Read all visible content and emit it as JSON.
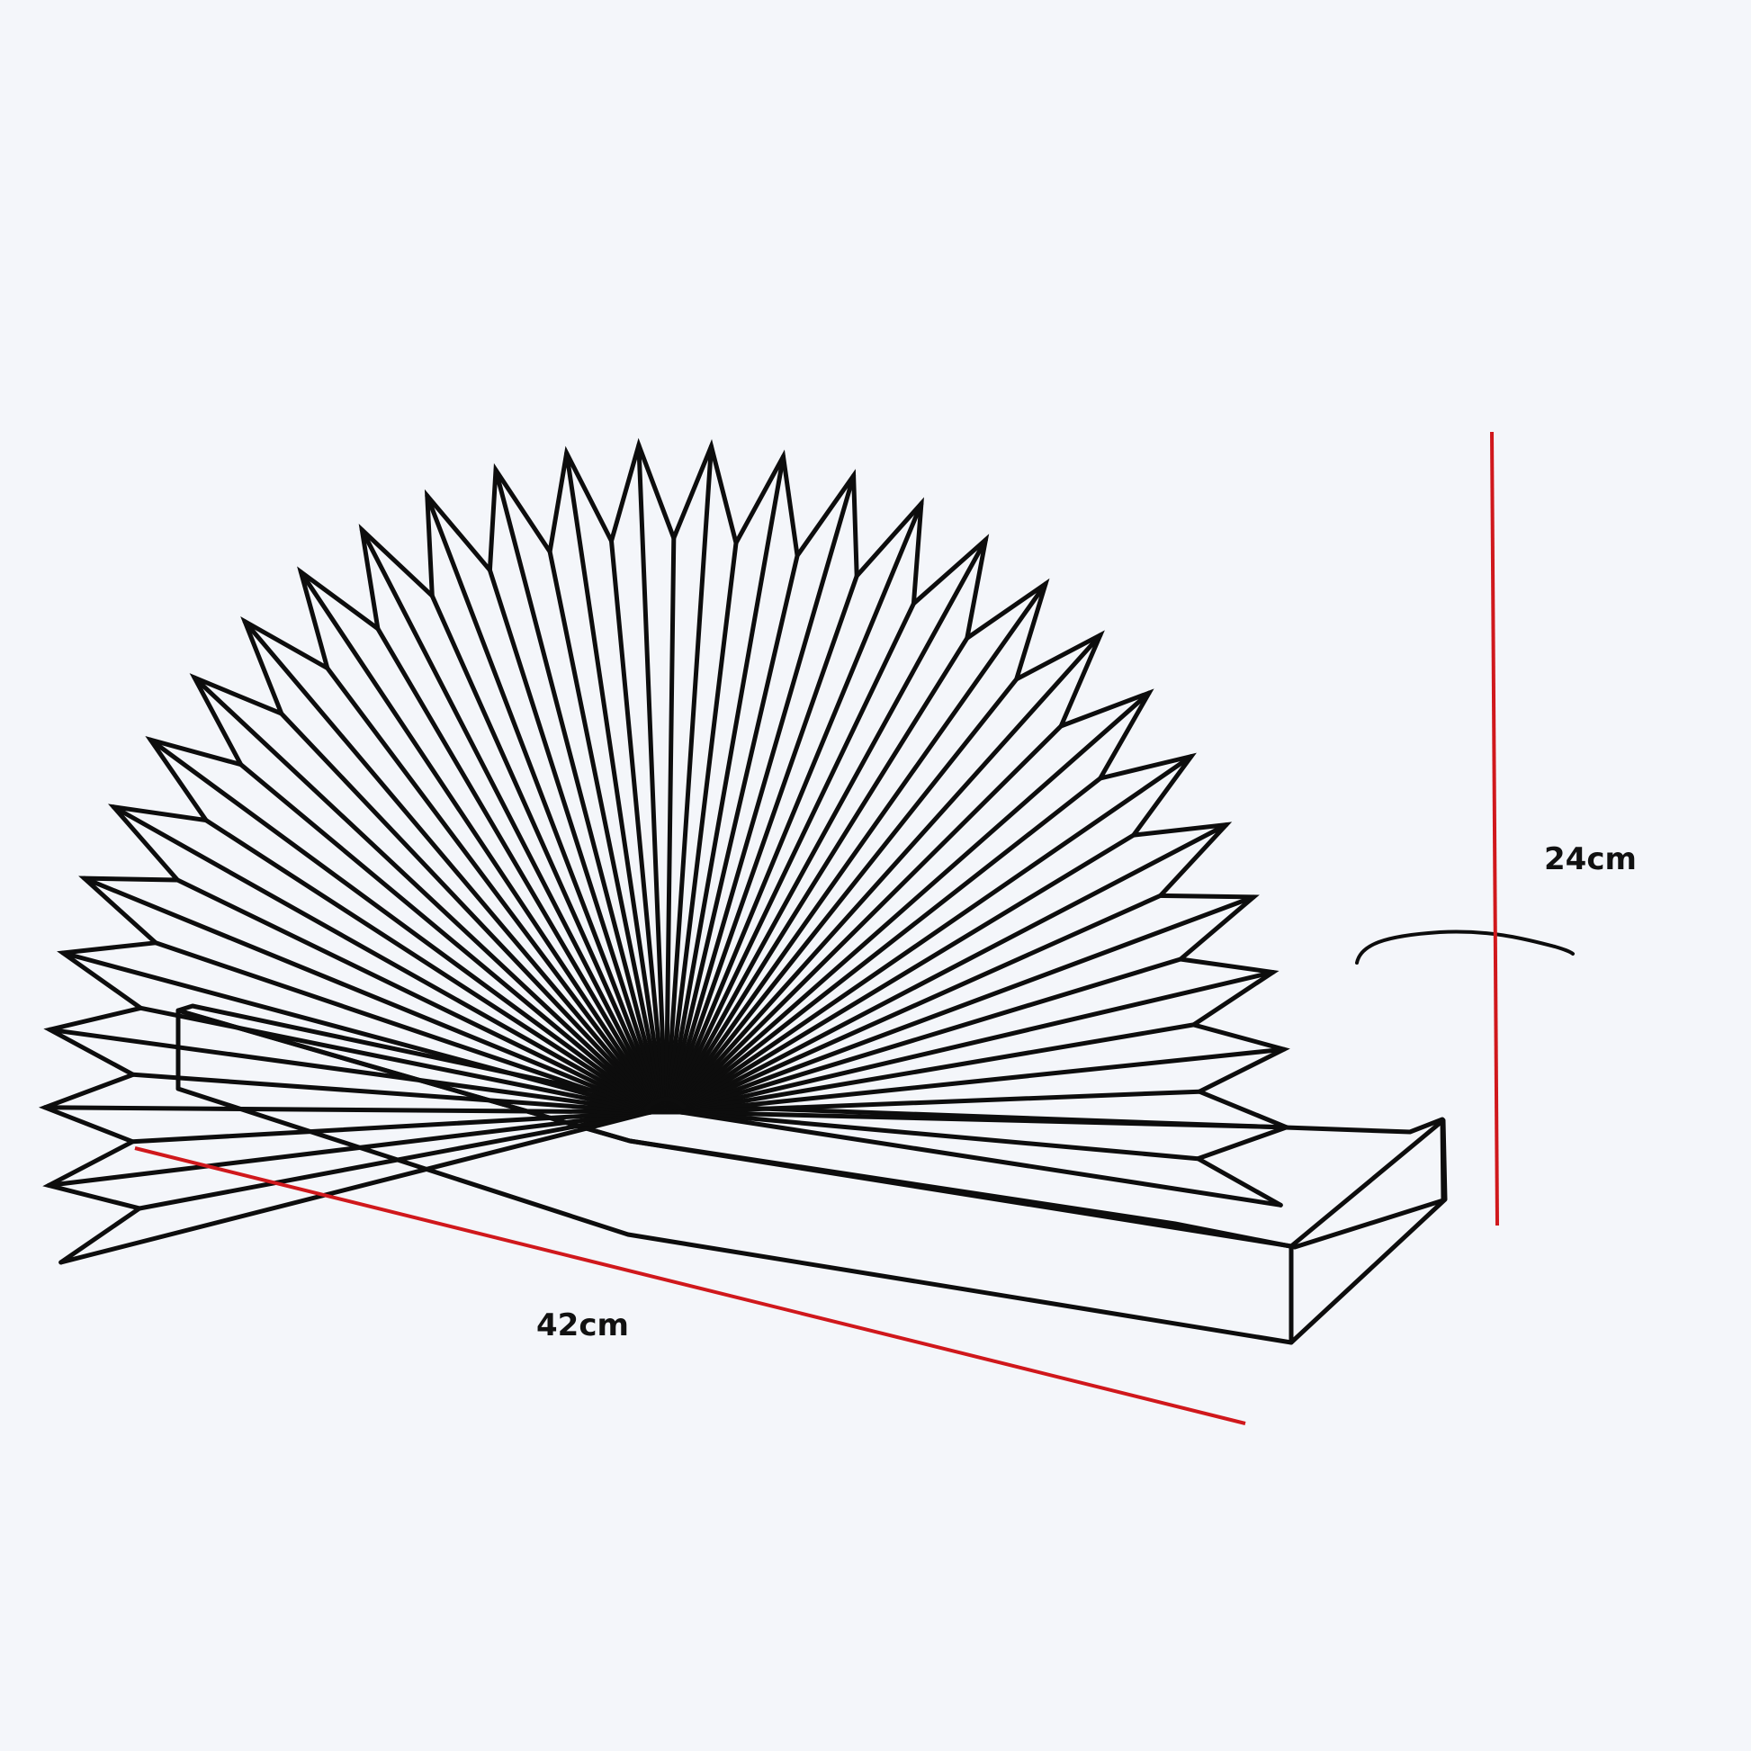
{
  "colors": {
    "background": "#f4f6fa",
    "outline": "#0d0d0d",
    "dimension_line": "#d0181c"
  },
  "dimensions": {
    "width_label": "42cm",
    "height_label": "24cm"
  },
  "drawing": {
    "pleat_count": 30
  }
}
